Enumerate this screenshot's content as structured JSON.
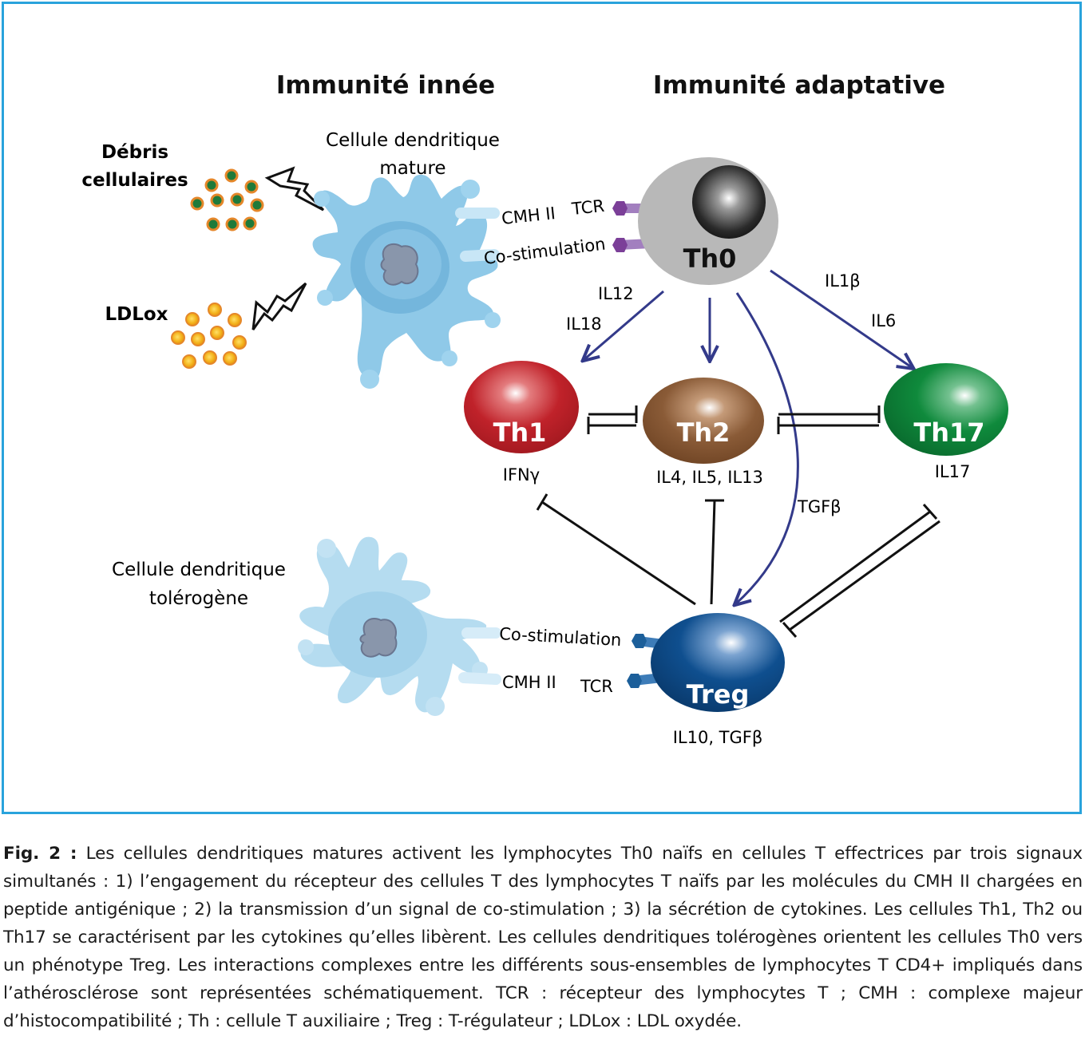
{
  "headings": {
    "innate": "Immunité innée",
    "adaptive": "Immunité adaptative"
  },
  "labels": {
    "debris_line1": "Débris",
    "debris_line2": "cellulaires",
    "ldlox": "LDLox",
    "mature_dc_line1": "Cellule dendritique",
    "mature_dc_line2": "mature",
    "tolerogenic_dc_line1": "Cellule dendritique",
    "tolerogenic_dc_line2": "tolérogène",
    "cmh_top": "CMH II",
    "tcr_top": "TCR",
    "costim_top": "Co-stimulation",
    "costim_bottom": "Co-stimulation",
    "cmh_bottom": "CMH II",
    "tcr_bottom": "TCR"
  },
  "cells": {
    "th0": "Th0",
    "th1": "Th1",
    "th2": "Th2",
    "th17": "Th17",
    "treg": "Treg"
  },
  "cytokines": {
    "il12": "IL12",
    "il18": "IL18",
    "il1b": "IL1β",
    "il6": "IL6",
    "tgfb": "TGFβ",
    "th1_out": "IFNγ",
    "th2_out": "IL4, IL5, IL13",
    "th17_out": "IL17",
    "treg_out": "IL10, TGFβ"
  },
  "colors": {
    "frame": "#29a3dc",
    "arrow": "#333a8a",
    "th1": "#c0222a",
    "th2": "#8a5b37",
    "th17": "#0f8a3c",
    "treg": "#0f4f8f",
    "th0": "#b7b7b7",
    "dc_mature": "#8fc9e8",
    "dc_tolerogenic": "#b5dcf0",
    "tcr_top": "#7b3f98",
    "tcr_bottom": "#1c5f9a",
    "debris": "#1f7a3a",
    "ldlox": "#f3b11a"
  },
  "caption": {
    "label": "Fig. 2 :",
    "text": "Les cellules dendritiques matures activent les lymphocytes Th0 naïfs en cellules T effectrices par trois signaux simultanés : 1) l’engagement du récepteur des cellules T des lymphocytes T naïfs par les molécules du CMH II chargées en peptide antigénique ; 2) la transmission d’un signal de co-stimulation ; 3) la sécrétion de cytokines. Les cellules Th1, Th2 ou Th17 se caractérisent par les cytokines qu’elles libèrent. Les cellules dendritiques tolérogènes orientent les cellules Th0 vers un phénotype Treg. Les interactions complexes entre les différents sous-ensembles de lymphocytes T CD4+ impliqués dans l’athérosclérose sont représentées schématiquement. TCR : récepteur des lymphocytes T ; CMH : complexe majeur d’histocompatibilité ; Th : cellule T auxiliaire ; Treg : T-régulateur ; LDLox : LDL oxydée."
  }
}
